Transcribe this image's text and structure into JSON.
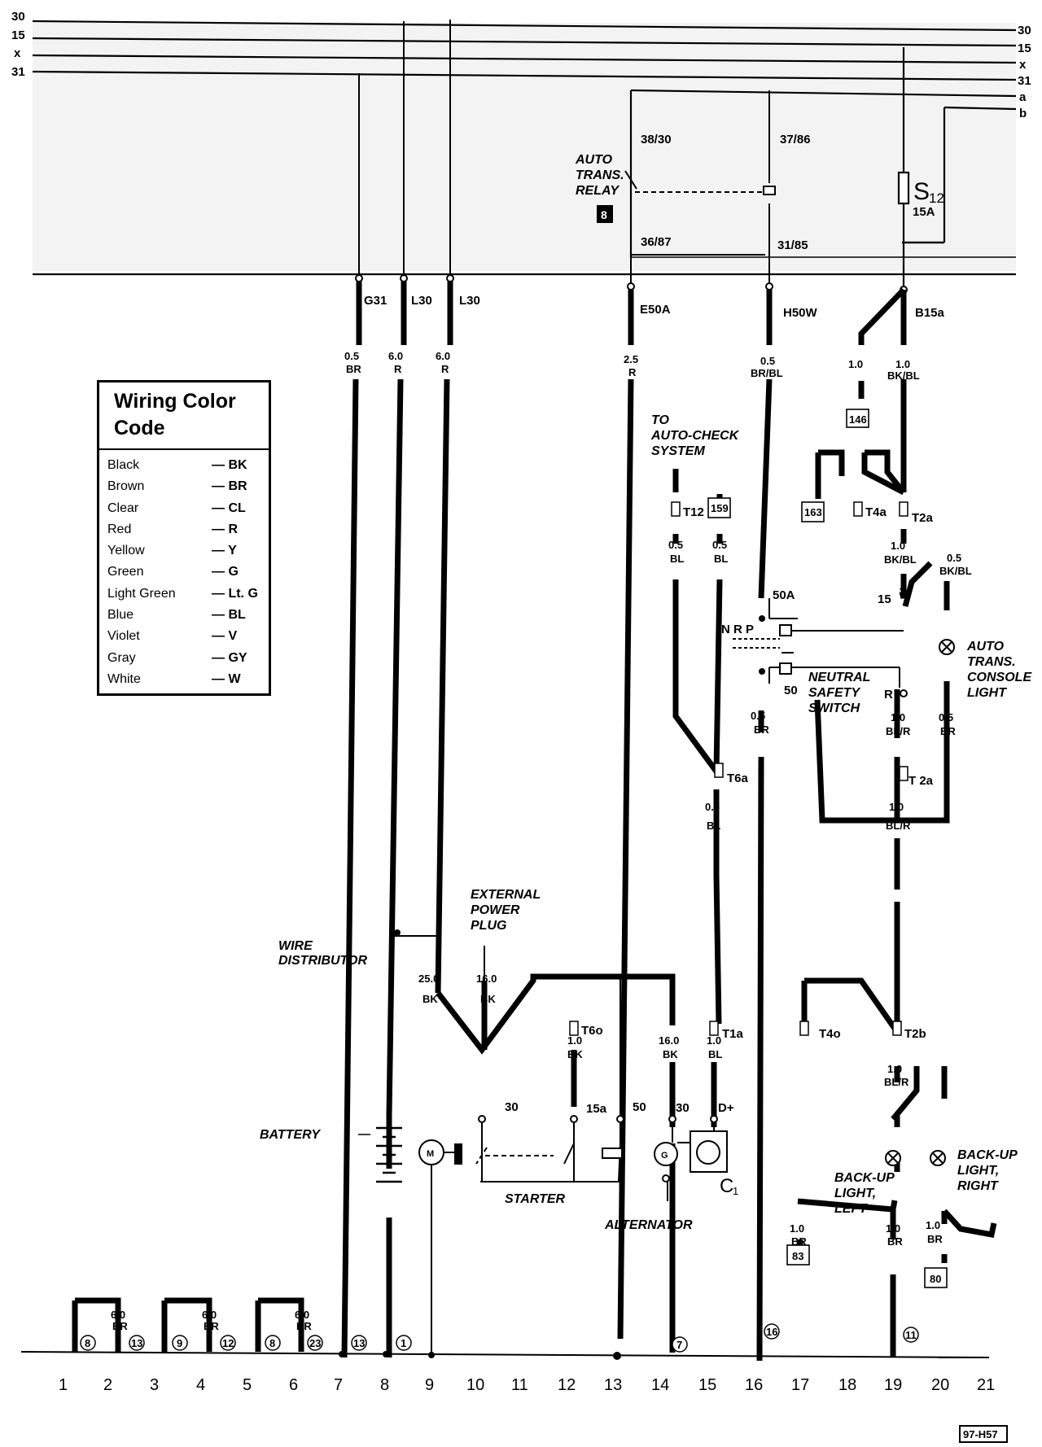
{
  "rails_left": [
    "30",
    "15",
    "x",
    "31"
  ],
  "rails_right": [
    "30",
    "15",
    "x",
    "31",
    "a",
    "b"
  ],
  "relay": {
    "title_lines": [
      "AUTO",
      "TRANS.",
      "RELAY"
    ],
    "number": "8",
    "pins": [
      "38/30",
      "37/86",
      "36/87",
      "31/85"
    ]
  },
  "fuse": {
    "label": "S",
    "sub": "12",
    "rating": "15A"
  },
  "connectors": {
    "g31": "G31",
    "l30a": "L30",
    "l30b": "L30",
    "e50a": "E50A",
    "h50w": "H50W",
    "b15a": "B15a",
    "t12": "T12",
    "t6a": "T6a",
    "t1a": "T1a",
    "t6o": "T6o",
    "t4a": "T4a",
    "t2a_top": "T2a",
    "t2a_mid": "T 2a",
    "t4o": "T4o",
    "t2b": "T2b"
  },
  "wires": {
    "w_g31": [
      "0.5",
      "BR"
    ],
    "w_l30a": [
      "6.0",
      "R"
    ],
    "w_l30b": [
      "6.0",
      "R"
    ],
    "w_e50a": [
      "2.5",
      "R"
    ],
    "w_h50w": [
      "0.5",
      "BR/BL"
    ],
    "w_b15a_left": [
      "1.0",
      ""
    ],
    "w_b15a_right": [
      "1.0",
      "BK/BL"
    ],
    "w_t12": [
      "0.5",
      "BL"
    ],
    "w_159": [
      "0.5",
      "BL"
    ],
    "w_t2a_out": [
      "1.0",
      "BK/BL"
    ],
    "w_console_top": [
      "0.5",
      "BK/BL"
    ],
    "w_nss_out": [
      "0.5",
      "BR"
    ],
    "w_r_out": [
      "1.0",
      "BL/R"
    ],
    "w_console_bot": [
      "0.5",
      "BR"
    ],
    "w_t6a_out": [
      "0.5",
      "BL"
    ],
    "w_t2a_mid_out": [
      "1.0",
      "BL/R"
    ],
    "w_batt": [
      "25.0",
      "BK"
    ],
    "w_ext": [
      "16.0",
      "BK"
    ],
    "w_t6o": [
      "1.0",
      "BK"
    ],
    "w_alt30": [
      "16.0",
      "BK"
    ],
    "w_t1a": [
      "1.0",
      "BL"
    ],
    "w_t2b": [
      "1.0",
      "BL/R"
    ],
    "w_bl_left": [
      "1.0",
      "BR"
    ],
    "w_bl_19": [
      "1.0",
      "BR"
    ],
    "w_bl_right": [
      "1.0",
      "BR"
    ],
    "w_g2": [
      "6.0",
      "BR"
    ],
    "w_g4": [
      "6.0",
      "BR"
    ],
    "w_g6": [
      "6.0",
      "BR"
    ]
  },
  "boxed_refs": {
    "r146": "146",
    "r163": "163",
    "r159": "159",
    "r83": "83",
    "r80": "80"
  },
  "ground_circles": [
    "8",
    "13",
    "9",
    "12",
    "8",
    "23",
    "13",
    "1",
    "7",
    "16",
    "11"
  ],
  "labels": {
    "auto_check": [
      "TO",
      "AUTO-CHECK",
      "SYSTEM"
    ],
    "external_plug": [
      "EXTERNAL",
      "POWER",
      "PLUG"
    ],
    "wire_distributor": [
      "WIRE",
      "DISTRIBUTOR"
    ],
    "battery": "BATTERY",
    "starter": "STARTER",
    "alternator": "ALTERNATOR",
    "c1": "C",
    "c1_sub": "1",
    "neutral_switch": [
      "NEUTRAL",
      "SAFETY",
      "SWITCH"
    ],
    "console_light": [
      "AUTO",
      "TRANS.",
      "CONSOLE",
      "LIGHT"
    ],
    "backup_left": [
      "BACK-UP",
      "LIGHT,",
      "LEFT"
    ],
    "backup_right": [
      "BACK-UP",
      "LIGHT,",
      "RIGHT"
    ],
    "nrp": "N R P",
    "term_50a": "50A",
    "term_50": "50",
    "term_15": "15",
    "term_r": "R",
    "term_30_starter": "30",
    "term_15a": "15a",
    "term_50_starter": "50",
    "term_30_alt": "30",
    "term_d": "D+",
    "motor": "M",
    "gen": "G"
  },
  "legend": {
    "title": "Wiring Color Code",
    "rows": [
      {
        "name": "Black",
        "code": "— BK"
      },
      {
        "name": "Brown",
        "code": "— BR"
      },
      {
        "name": "Clear",
        "code": "— CL"
      },
      {
        "name": "Red",
        "code": "— R"
      },
      {
        "name": "Yellow",
        "code": "— Y"
      },
      {
        "name": "Green",
        "code": "— G"
      },
      {
        "name": "Light Green",
        "code": "— Lt. G"
      },
      {
        "name": "Blue",
        "code": "— BL"
      },
      {
        "name": "Violet",
        "code": "— V"
      },
      {
        "name": "Gray",
        "code": "— GY"
      },
      {
        "name": "White",
        "code": "— W"
      }
    ]
  },
  "bottom_numbers": [
    "1",
    "2",
    "3",
    "4",
    "5",
    "6",
    "7",
    "8",
    "9",
    "10",
    "11",
    "12",
    "13",
    "14",
    "15",
    "16",
    "17",
    "18",
    "19",
    "20",
    "21"
  ],
  "diagram_id": "97-H57"
}
